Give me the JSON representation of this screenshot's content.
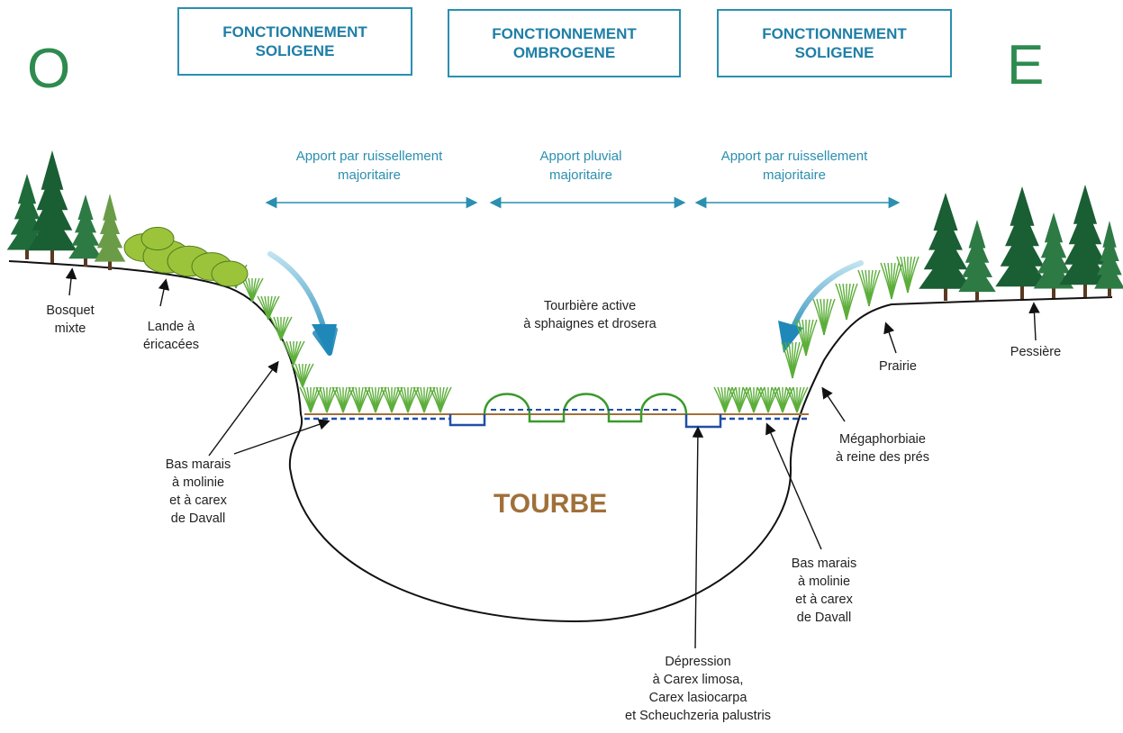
{
  "cardinals": {
    "west": "O",
    "east": "E"
  },
  "boxes": [
    {
      "line1": "FONCTIONNEMENT",
      "line2": "SOLIGENE"
    },
    {
      "line1": "FONCTIONNEMENT",
      "line2": "OMBROGENE"
    },
    {
      "line1": "FONCTIONNEMENT",
      "line2": "SOLIGENE"
    }
  ],
  "flows": [
    {
      "line1": "Apport par ruissellement",
      "line2": "majoritaire"
    },
    {
      "line1": "Apport pluvial",
      "line2": "majoritaire"
    },
    {
      "line1": "Apport par ruissellement",
      "line2": "majoritaire"
    }
  ],
  "labels": {
    "bosquet": [
      "Bosquet",
      "mixte"
    ],
    "lande": [
      "Lande à",
      "éricacées"
    ],
    "tourbiere": [
      "Tourbière active",
      "à sphaignes et drosera"
    ],
    "bas_marais_left": [
      "Bas marais",
      "à molinie",
      "et à carex",
      "de Davall"
    ],
    "tourbe": "TOURBE",
    "depression": [
      "Dépression",
      "à Carex limosa,",
      "Carex lasiocarpa",
      "et Scheuchzeria palustris"
    ],
    "bas_marais_right": [
      "Bas marais",
      "à molinie",
      "et à carex",
      "de Davall"
    ],
    "megaphorbiaie": [
      "Mégaphorbiaie",
      "à reine des prés"
    ],
    "prairie": "Prairie",
    "pessiere": "Pessière"
  },
  "colors": {
    "accent": "#2a8fb0",
    "cardinal": "#2e8b4f",
    "tourbe": "#a0703a",
    "tree": "#1f6b3a",
    "grass": "#5cae3a",
    "hummock": "#3a9a2a",
    "pool": "#1f4fa8"
  }
}
